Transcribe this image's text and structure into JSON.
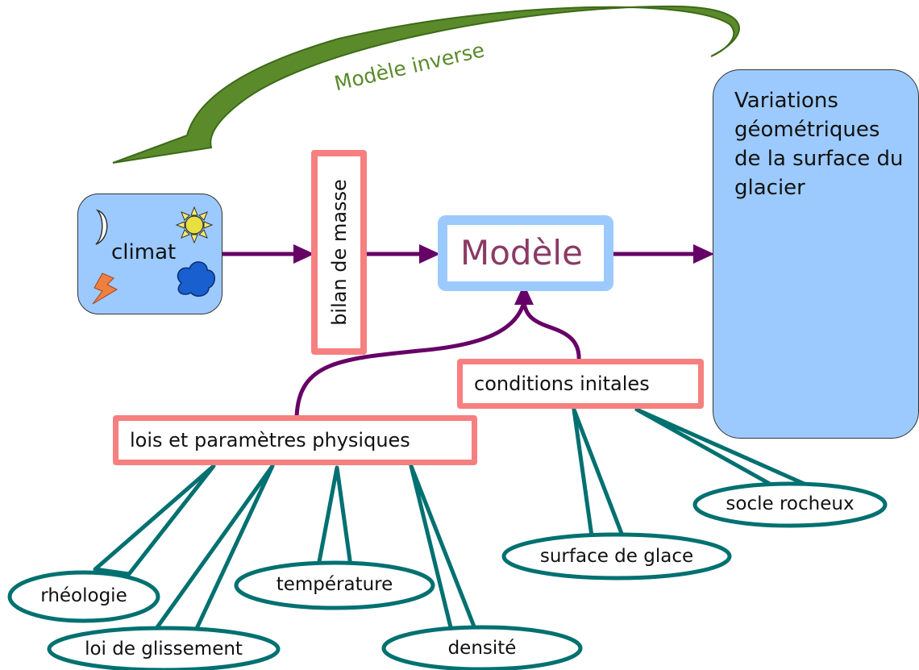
{
  "inverse": {
    "label": "Modèle inverse",
    "color": "#5a8a2a"
  },
  "climat": {
    "label": "climat",
    "icons": [
      "moon-icon",
      "sun-icon",
      "lightning-icon",
      "cloud-icon"
    ]
  },
  "bilan": {
    "label": "bilan de masse"
  },
  "modele": {
    "label": "Modèle",
    "color": "#8b3a64"
  },
  "variations": {
    "title": "Variations géométriques de la surface du glacier"
  },
  "lois": {
    "label": "lois et paramètres physiques"
  },
  "conditions": {
    "label": "conditions initales"
  },
  "callouts": {
    "rheologie": "rhéologie",
    "glissement": "loi de glissement",
    "temperature": "température",
    "densite": "densité",
    "surface": "surface de glace",
    "socle": "socle rocheux"
  },
  "colors": {
    "box_blue": "#9ccaff",
    "box_red_border": "#f67f7f",
    "arrow_purple": "#660066",
    "callout_teal": "#007070",
    "rock_brown": "#5a2a00",
    "ice_grey": "#c8c8c8"
  }
}
